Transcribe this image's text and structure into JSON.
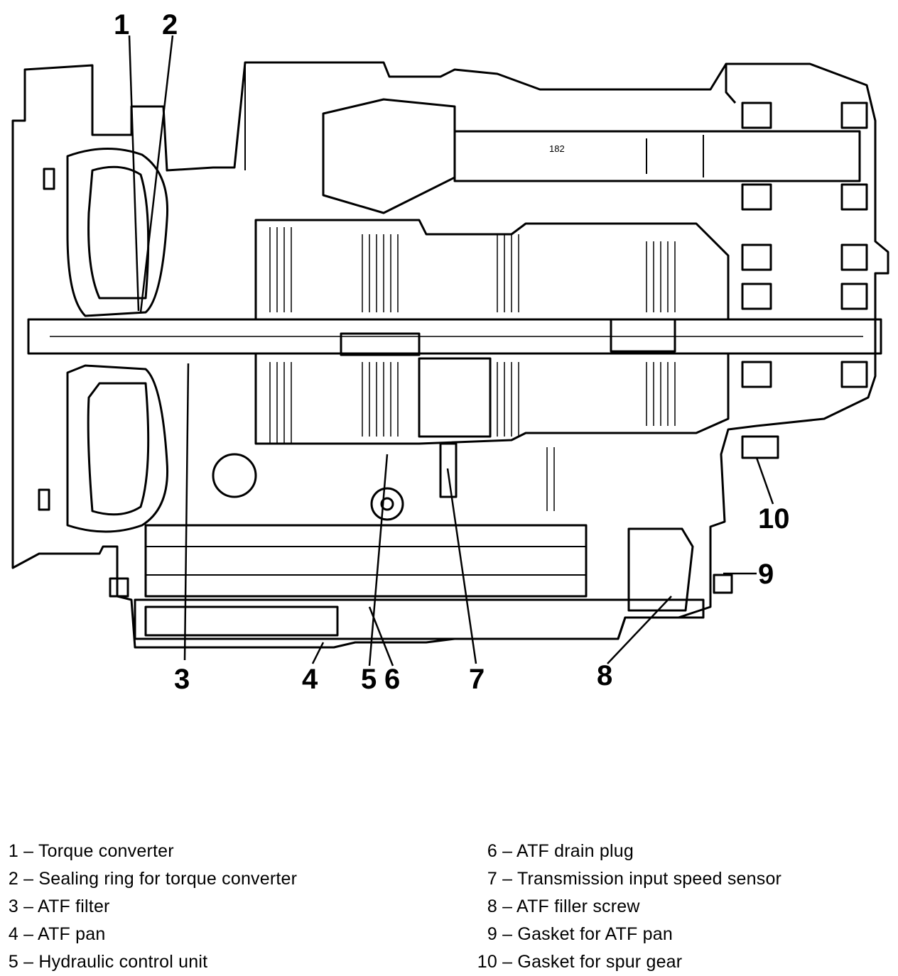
{
  "diagram": {
    "callouts": [
      {
        "num": "1"
      },
      {
        "num": "2"
      },
      {
        "num": "3"
      },
      {
        "num": "4"
      },
      {
        "num": "5"
      },
      {
        "num": "6"
      },
      {
        "num": "7"
      },
      {
        "num": "8"
      },
      {
        "num": "9"
      },
      {
        "num": "10"
      }
    ],
    "inner_label": "182"
  },
  "legend": {
    "left": [
      {
        "num": "1",
        "sep": "–",
        "text": "Torque converter"
      },
      {
        "num": "2",
        "sep": "–",
        "text": "Sealing ring for torque converter"
      },
      {
        "num": "3",
        "sep": "–",
        "text": "ATF filter"
      },
      {
        "num": "4",
        "sep": "–",
        "text": "ATF pan"
      },
      {
        "num": "5",
        "sep": "–",
        "text": "Hydraulic control unit"
      }
    ],
    "right": [
      {
        "num": "6",
        "sep": "–",
        "text": "ATF drain plug"
      },
      {
        "num": "7",
        "sep": "–",
        "text": "Transmission input speed sensor"
      },
      {
        "num": "8",
        "sep": "–",
        "text": "ATF filler screw"
      },
      {
        "num": "9",
        "sep": "–",
        "text": "Gasket for ATF pan"
      },
      {
        "num": "10",
        "sep": "–",
        "text": "Gasket for spur gear"
      }
    ]
  }
}
